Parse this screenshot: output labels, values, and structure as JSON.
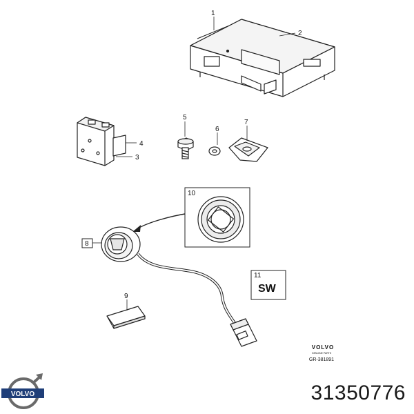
{
  "callouts": {
    "c1": "1",
    "c2": "2",
    "c3": "3",
    "c4": "4",
    "c5": "5",
    "c6": "6",
    "c7": "7",
    "c8": "8",
    "c9": "9",
    "c10": "10",
    "c11": "11"
  },
  "sw_label": "SW",
  "genuine_stamp": {
    "brand": "VOLVO",
    "tagline": "GENUINE PARTS",
    "ref": "GR-381891"
  },
  "logo": {
    "text": "VOLVO",
    "color": "#1f3e78"
  },
  "part_number": "31350776"
}
